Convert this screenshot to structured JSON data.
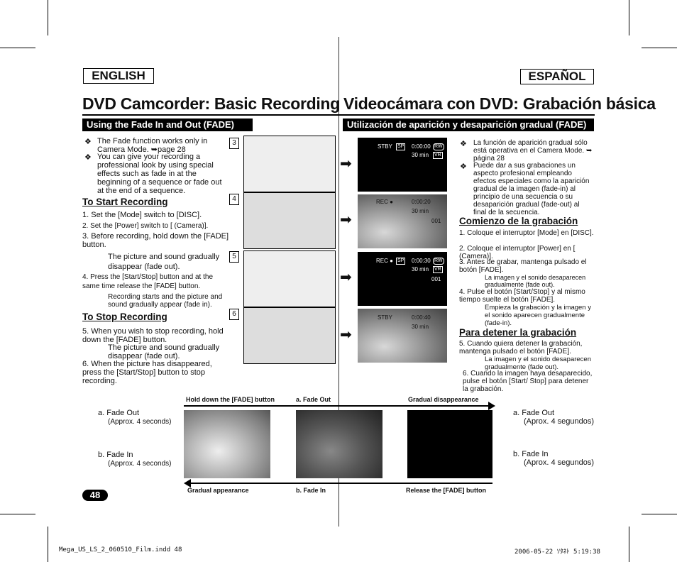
{
  "lang": {
    "en": "ENGLISH",
    "es": "ESPAÑOL"
  },
  "titles": {
    "en": "DVD Camcorder: Basic Recording",
    "es": "Videocámara con DVD: Grabación básica"
  },
  "sections": {
    "en": "Using the Fade In and Out (FADE)",
    "es": "Utilización de aparición y desaparición gradual (FADE)"
  },
  "en": {
    "intro1": "The Fade function works only in Camera Mode. ➥page 28",
    "intro2": "You can give your recording a professional look by using special effects such as fade in at the beginning of a sequence or fade out at the end of a sequence.",
    "start_head": "To Start Recording",
    "s1": "1.  Set the [Mode] switch to [DISC].",
    "s2": "2.  Set the [Power] switch to [ (Camera)].",
    "s3": "3.  Before recording, hold down the [FADE] button.",
    "s3b": "The picture and sound gradually disappear (fade out).",
    "s4": "4.  Press the [Start/Stop] button and at the same time release the [FADE] button.",
    "s4b": "Recording starts and the picture and sound gradually appear (fade in).",
    "stop_head": "To Stop Recording",
    "t5": "5.  When you wish to stop recording, hold down the [FADE] button.",
    "t5b": "The picture and sound gradually disappear (fade out).",
    "t6": "6.  When the picture has disappeared, press the [Start/Stop] button to stop recording.",
    "fa": "a.  Fade Out",
    "fa_s": "(Approx. 4 seconds)",
    "fb": "b.  Fade In",
    "fb_s": "(Approx. 4 seconds)"
  },
  "es": {
    "intro1": "La función de aparición gradual sólo está operativa en el Camera Mode. ➥ página 28",
    "intro2": "Puede dar a sus grabaciones un aspecto profesional empleando efectos especiales como la aparición gradual de la imagen (fade-in) al principio de una secuencia o su desaparición gradual (fade-out) al final de la secuencia.",
    "start_head": "Comienzo de la grabación",
    "s1": "1.  Coloque el interruptor [Mode] en [DISC].",
    "s2": "2.  Coloque el interruptor [Power] en [ (Camera)].",
    "s3": "3.  Antes de grabar, mantenga pulsado el botón [FADE].",
    "s3b": "La imagen y el sonido desaparecen gradualmente (fade out).",
    "s4": "4.  Pulse el botón [Start/Stop] y al mismo tiempo suelte el botón [FADE].",
    "s4b": "Empieza la grabación y la imagen y el sonido aparecen gradualmente (fade-in).",
    "stop_head": "Para detener la grabación",
    "t5": "5.  Cuando quiera detener la grabación, mantenga pulsado el botón [FADE].",
    "t5b": "La imagen y el sonido desaparecen gradualmente (fade out).",
    "t6": "6.  Cuando la imagen haya desaparecido, pulse el botón [Start/ Stop] para detener la grabación.",
    "fa": "a.  Fade Out",
    "fa_s": "(Aprox. 4 segundos)",
    "fb": "b.  Fade In",
    "fb_s": "(Aprox. 4 segundos)"
  },
  "screens": [
    {
      "status": "STBY",
      "time": "0:00:00",
      "remain": "30 min",
      "count": ""
    },
    {
      "status": "REC ●",
      "time": "0:00:20",
      "remain": "30 min",
      "count": "001"
    },
    {
      "status": "REC ●",
      "time": "0:00:30",
      "remain": "30 min",
      "count": "001"
    },
    {
      "status": "STBY",
      "time": "0:00:40",
      "remain": "30 min",
      "count": ""
    }
  ],
  "badges": {
    "sp": "SP",
    "rw": "RW",
    "vr": "VR"
  },
  "steps": [
    "3",
    "4",
    "5",
    "6"
  ],
  "timeline": {
    "top_left": "Hold down the [FADE] button",
    "top_mid": "a. Fade Out",
    "top_right": "Gradual disappearance",
    "bot_left": "Gradual appearance",
    "bot_mid": "b. Fade In",
    "bot_right": "Release the [FADE] button"
  },
  "page_number": "48",
  "footer": {
    "left": "Mega_US_LS_2_060510_Film.indd   48",
    "right": "2006-05-22   ｿﾀﾈﾄ 5:19:38"
  }
}
